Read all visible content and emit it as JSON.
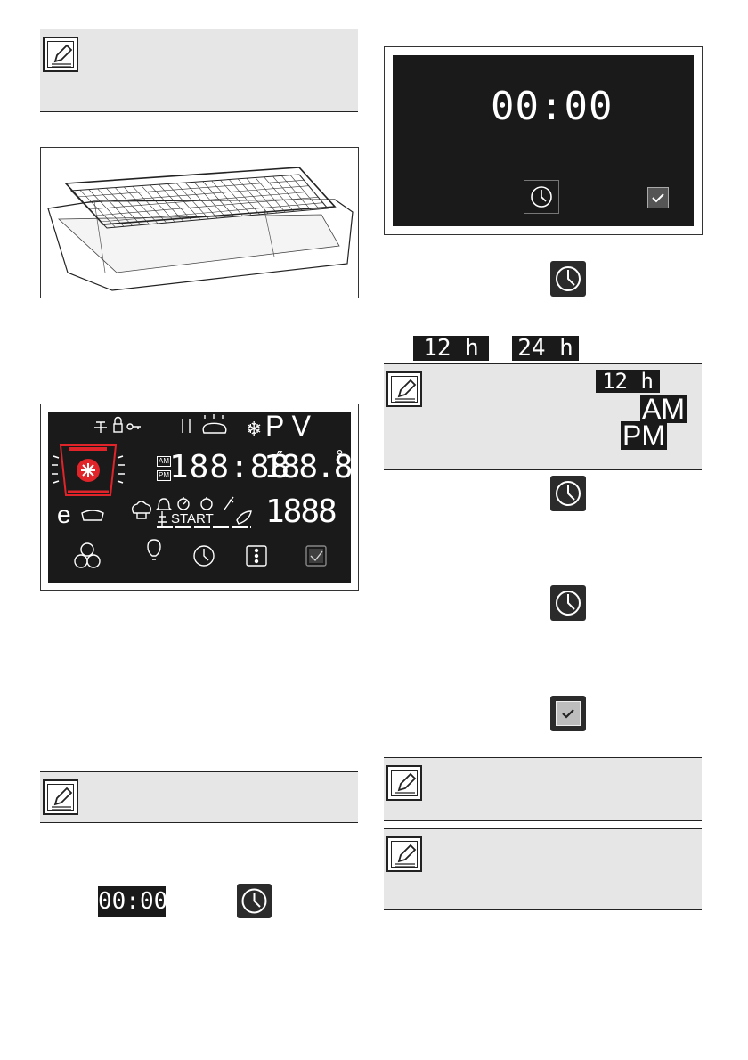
{
  "display_panel": {
    "digits_large": "188:88",
    "digit_sup": "″",
    "temp_digits": "188.8",
    "degree": "°",
    "bottom_digits": "1888",
    "pv_label": "P V",
    "am": "AM",
    "pm": "PM",
    "start_label": "START",
    "e_symbol": "e"
  },
  "clock_screen": {
    "time": "00:00"
  },
  "inline": {
    "time_chip": "00:00",
    "mode_12h": "12 h",
    "mode_24h": "24 h",
    "note_12h": "12 h",
    "note_am": "AM",
    "note_pm": "PM"
  },
  "colors": {
    "lcd_bg": "#1a1a1a",
    "note_bg": "#e6e6e6",
    "accent_red": "#e0242a"
  }
}
